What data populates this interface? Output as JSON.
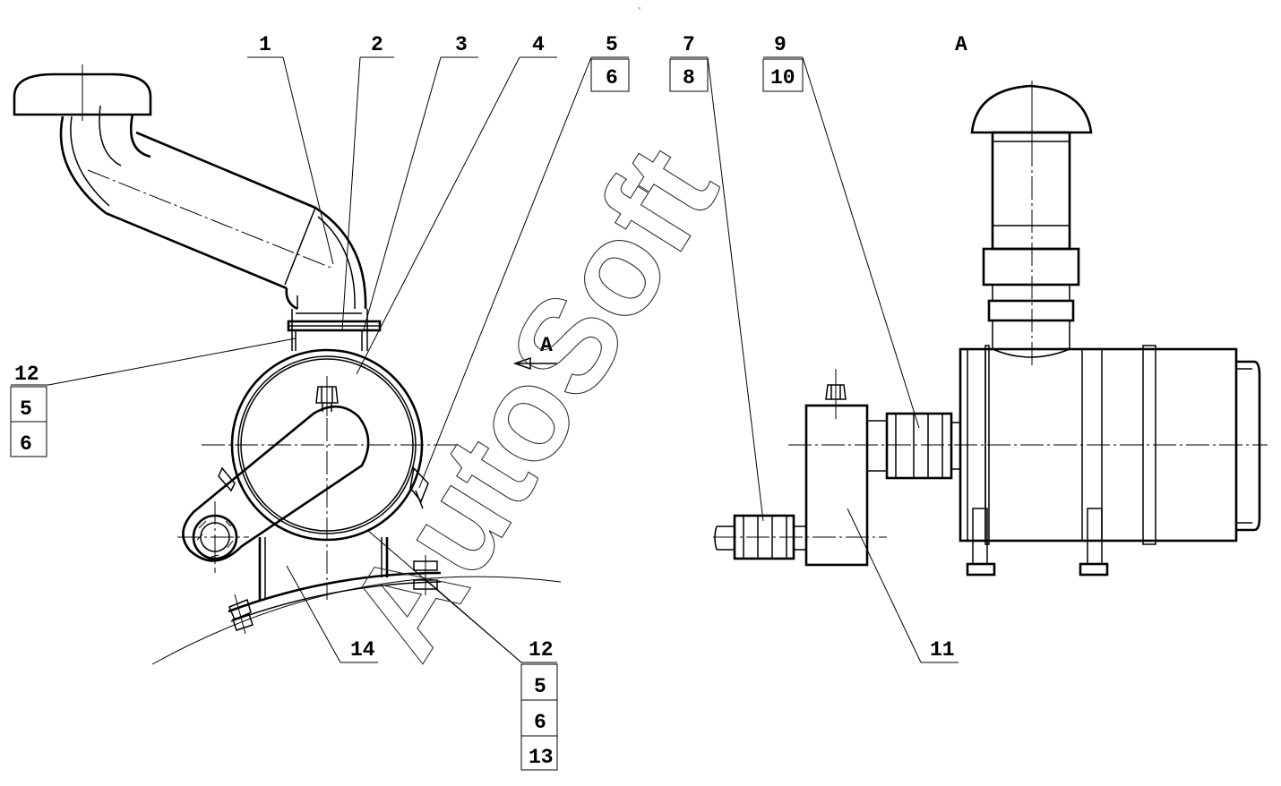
{
  "watermark": "AutoSoft",
  "view_label": "A",
  "arrow_label": "A",
  "callouts": {
    "c1": "1",
    "c2": "2",
    "c3": "3",
    "c4": "4",
    "c5": "5",
    "c6": "6",
    "c7": "7",
    "c8": "8",
    "c9": "9",
    "c10": "10",
    "c11": "11",
    "c14": "14"
  },
  "stack_left": [
    "12",
    "5",
    "6"
  ],
  "stack_bottom": [
    "12",
    "5",
    "6",
    "13"
  ],
  "top_mark": "*"
}
